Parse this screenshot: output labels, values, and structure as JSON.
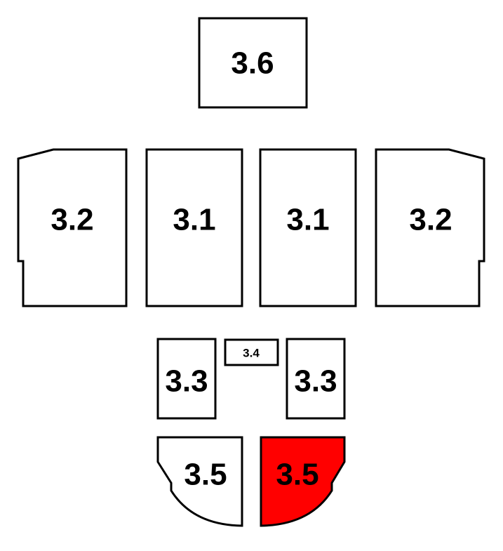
{
  "pieces": {
    "top": {
      "label": "3.6"
    },
    "left_outer": {
      "label": "3.2"
    },
    "left_inner": {
      "label": "3.1"
    },
    "right_inner": {
      "label": "3.1"
    },
    "right_outer": {
      "label": "3.2"
    },
    "left_small": {
      "label": "3.3"
    },
    "center_small": {
      "label": "3.4"
    },
    "right_small": {
      "label": "3.3"
    },
    "bottom_left": {
      "label": "3.5"
    },
    "bottom_right": {
      "label": "3.5",
      "highlighted": true
    }
  },
  "colors": {
    "highlight": "#ff0000",
    "outline": "#000000",
    "fill": "#ffffff"
  }
}
